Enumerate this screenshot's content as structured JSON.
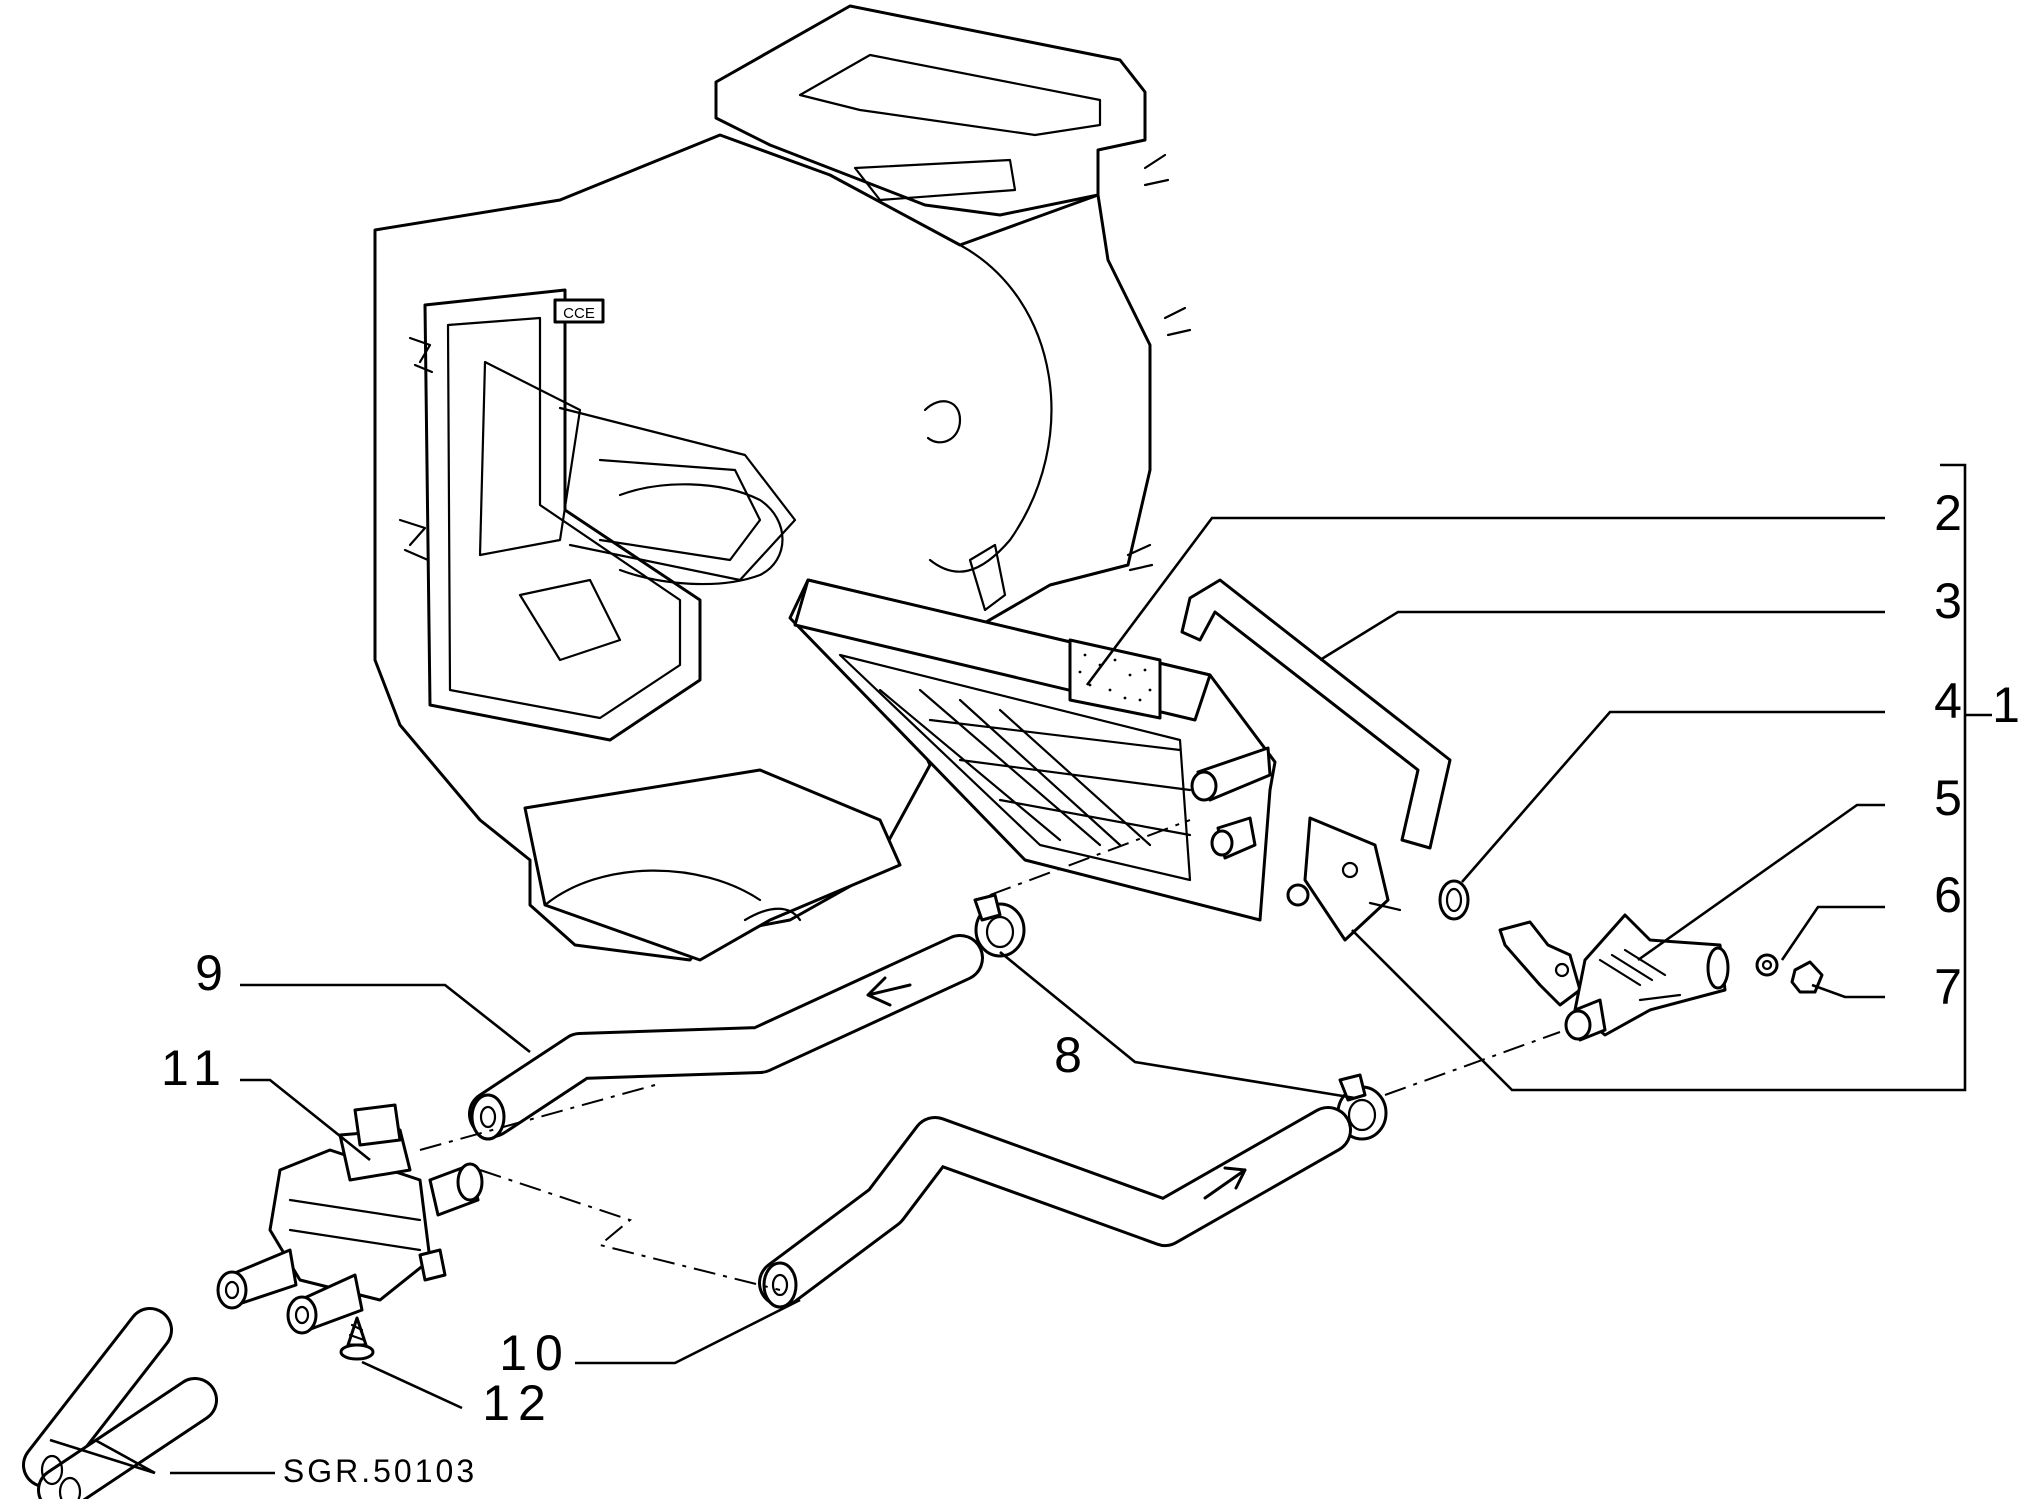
{
  "callouts": [
    "1",
    "2",
    "3",
    "4",
    "5",
    "6",
    "7",
    "8",
    "9",
    "10",
    "11",
    "12"
  ],
  "reference_code": "SGR.50103",
  "housing_marking": "CCE"
}
